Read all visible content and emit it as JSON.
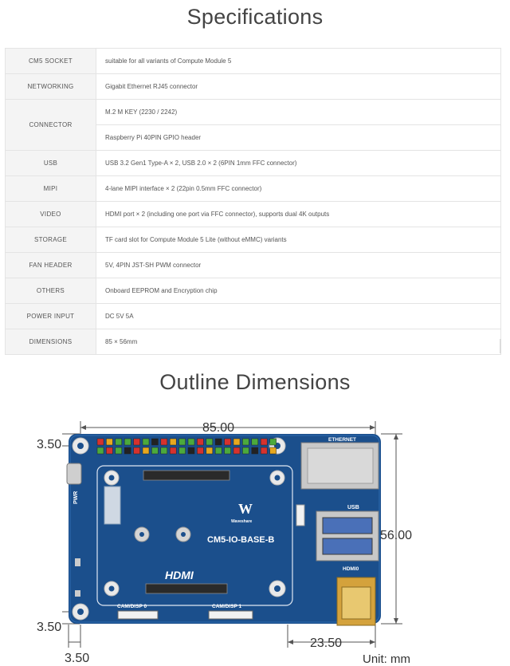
{
  "spec_title": "Specifications",
  "outline_title": "Outline Dimensions",
  "specs": [
    {
      "label": "CM5 SOCKET",
      "value": "suitable for all variants of Compute Module 5"
    },
    {
      "label": "NETWORKING",
      "value": "Gigabit Ethernet RJ45 connector"
    },
    {
      "label": "CONNECTOR",
      "values": [
        "M.2 M KEY (2230 / 2242)",
        "Raspberry Pi 40PIN GPIO header"
      ]
    },
    {
      "label": "USB",
      "value": "USB 3.2 Gen1 Type-A × 2, USB 2.0 × 2 (6PIN 1mm FFC connector)"
    },
    {
      "label": "MIPI",
      "value": "4-lane MIPI interface × 2 (22pin 0.5mm FFC connector)"
    },
    {
      "label": "VIDEO",
      "value": "HDMI port × 2 (including one port via FFC connector), supports dual 4K outputs"
    },
    {
      "label": "STORAGE",
      "value": "TF card slot for Compute Module 5 Lite (without eMMC) variants"
    },
    {
      "label": "FAN HEADER",
      "value": "5V, 4PIN JST-SH PWM connector"
    },
    {
      "label": "OTHERS",
      "value": "Onboard EEPROM and Encryption chip"
    },
    {
      "label": "POWER INPUT",
      "value": "DC 5V 5A"
    },
    {
      "label": "DIMENSIONS",
      "value": "85 × 56mm"
    }
  ],
  "diagram": {
    "dim_width": "85.00",
    "dim_height": "56.00",
    "dim_top_offset": "3.50",
    "dim_bottom_offset": "3.50",
    "dim_left_offset": "3.50",
    "dim_usb": "23.50",
    "unit": "Unit: mm",
    "board_labels": {
      "ethernet": "ETHERNET",
      "usb": "USB",
      "hdmi0": "HDMI0",
      "cam_disp0": "CAM/DISP 0",
      "cam_disp1": "CAM/DISP 1",
      "pwr": "PWR",
      "model": "CM5-IO-BASE-B",
      "brand": "Waveshare",
      "hdmi_logo": "HDMI"
    }
  },
  "colors": {
    "board": "#1b4f8c",
    "board_dark": "#163f72",
    "header_pins": [
      "#d6322e",
      "#e8a81e",
      "#4caa3c",
      "#4caa3c",
      "#d6322e",
      "#4caa3c",
      "#222222"
    ]
  }
}
